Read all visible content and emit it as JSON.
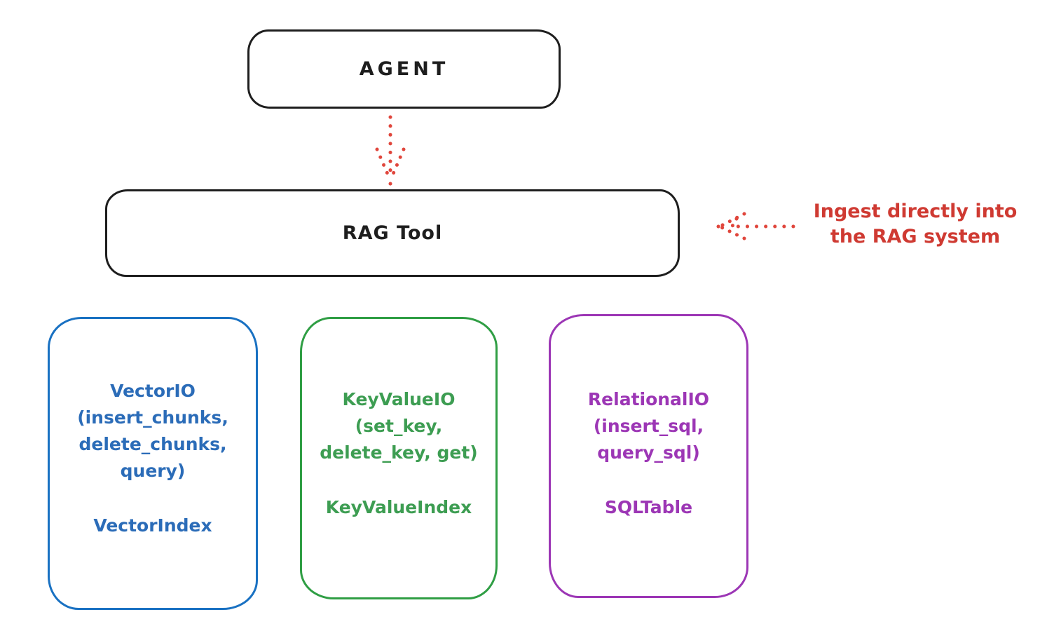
{
  "diagram": {
    "agent": {
      "label": "AGENT"
    },
    "rag": {
      "label": "RAG Tool"
    },
    "annotation": {
      "text": "Ingest directly into\nthe RAG system"
    },
    "io_boxes": [
      {
        "name": "vector-io",
        "api": "VectorIO\n(insert_chunks,\ndelete_chunks,\nquery)",
        "index": "VectorIndex",
        "color": "#1971c2"
      },
      {
        "name": "keyvalue-io",
        "api": "KeyValueIO\n(set_key,\ndelete_key, get)",
        "index": "KeyValueIndex",
        "color": "#2f9e44"
      },
      {
        "name": "relational-io",
        "api": "RelationalIO\n(insert_sql,\nquery_sql)",
        "index": "SQLTable",
        "color": "#9c36b5"
      }
    ],
    "colors": {
      "outline_black": "#1e1e1e",
      "annotation_red": "#cf3a32",
      "arrow_red": "#e0463c",
      "background": "#ffffff"
    }
  }
}
